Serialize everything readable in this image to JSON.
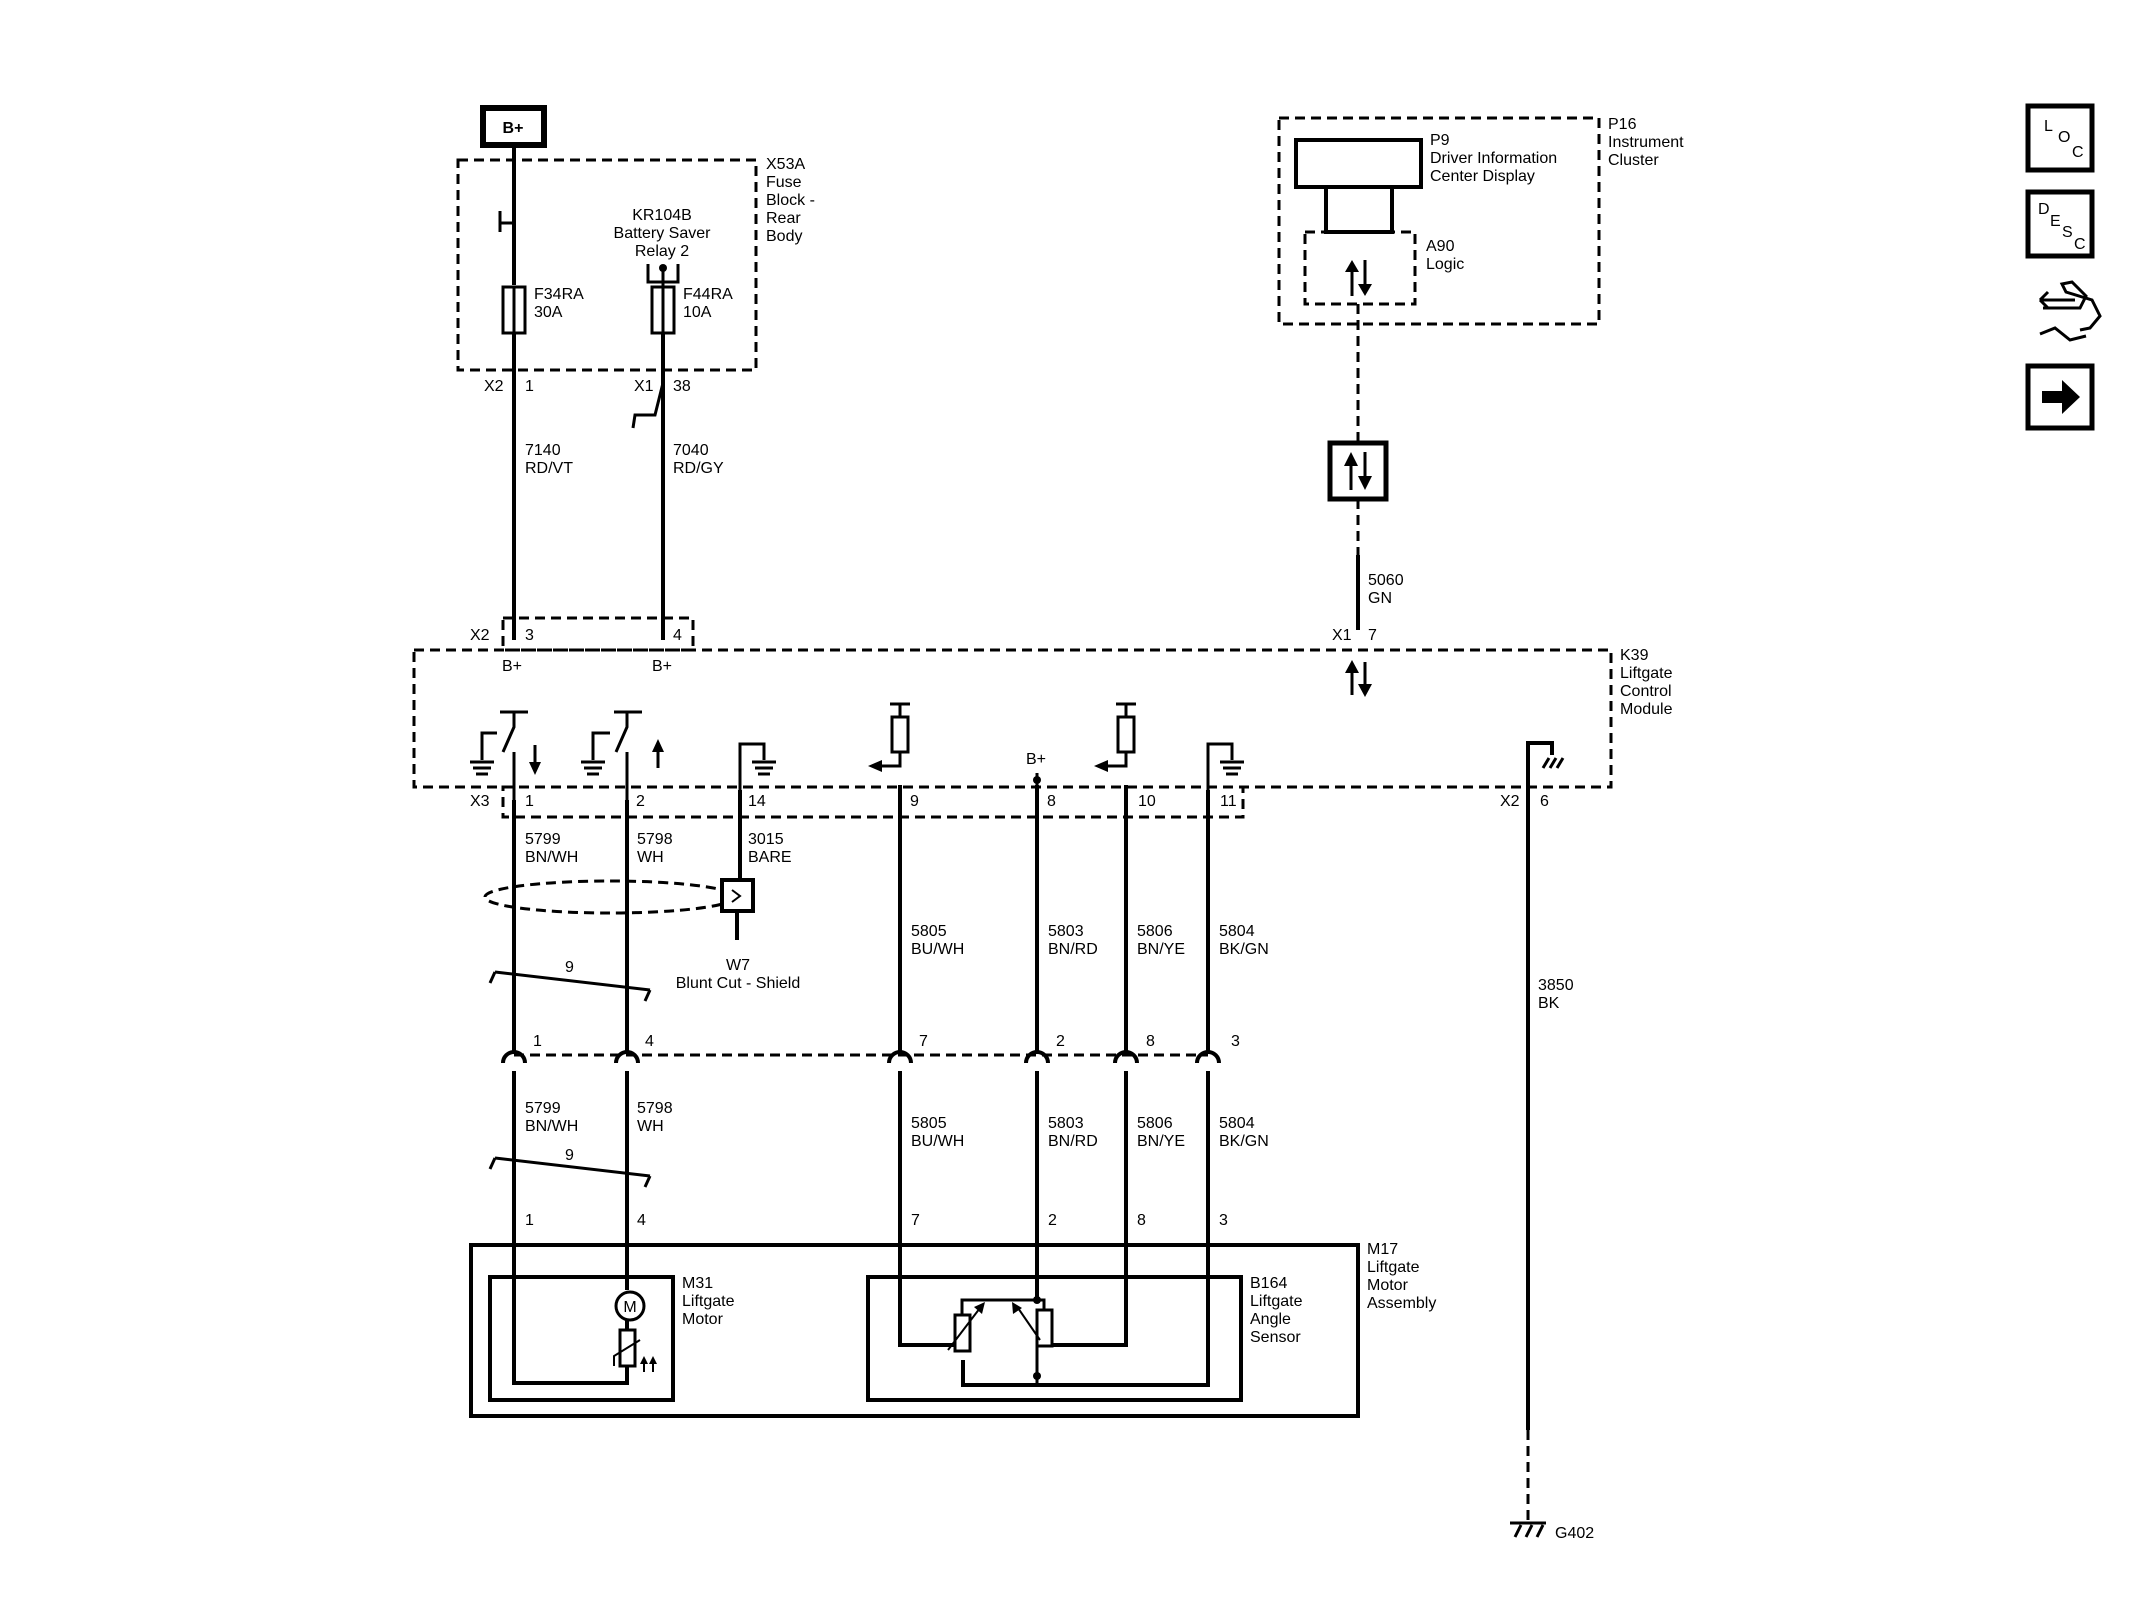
{
  "diagram": {
    "power": {
      "bplus": "B+"
    },
    "fuse_block": {
      "title_lines": [
        "X53A",
        "Fuse",
        "Block -",
        "Rear",
        "Body"
      ],
      "relay_lines": [
        "KR104B",
        "Battery Saver",
        "Relay 2"
      ],
      "fuse1": {
        "name": "F34RA",
        "rating": "30A"
      },
      "fuse2": {
        "name": "F44RA",
        "rating": "10A"
      },
      "conn_left": "X2",
      "pin_left": "1",
      "conn_right": "X1",
      "pin_right": "38"
    },
    "wires_top": [
      {
        "circuit": "7140",
        "color": "RD/VT"
      },
      {
        "circuit": "7040",
        "color": "RD/GY"
      }
    ],
    "cluster": {
      "title_lines": [
        "P16",
        "Instrument",
        "Cluster"
      ],
      "display_lines": [
        "P9",
        "Driver Information",
        "Center Display"
      ],
      "logic_lines": [
        "A90",
        "Logic"
      ]
    },
    "serial_wire": {
      "circuit": "5060",
      "color": "GN",
      "conn": "X1",
      "pin": "7"
    },
    "module": {
      "title_lines": [
        "K39",
        "Liftgate",
        "Control",
        "Module"
      ],
      "x2": "X2",
      "pin3": "3",
      "pin4": "4",
      "bplus": "B+",
      "x3": "X3",
      "pins": [
        "1",
        "2",
        "14",
        "9",
        "8",
        "10",
        "11"
      ],
      "x2_ground": "X2",
      "pin_ground": "6"
    },
    "wires_mid": [
      {
        "circuit": "5799",
        "color": "BN/WH"
      },
      {
        "circuit": "5798",
        "color": "WH"
      },
      {
        "circuit": "3015",
        "color": "BARE"
      },
      {
        "circuit": "5805",
        "color": "BU/WH"
      },
      {
        "circuit": "5803",
        "color": "BN/RD"
      },
      {
        "circuit": "5806",
        "color": "BN/YE"
      },
      {
        "circuit": "5804",
        "color": "BK/GN"
      }
    ],
    "shield": {
      "name": "W7",
      "desc": "Blunt Cut - Shield"
    },
    "twist": "9",
    "inline_pins": [
      "1",
      "4",
      "7",
      "2",
      "8",
      "3"
    ],
    "wires_low": [
      {
        "circuit": "5799",
        "color": "BN/WH"
      },
      {
        "circuit": "5798",
        "color": "WH"
      },
      {
        "circuit": "5805",
        "color": "BU/WH"
      },
      {
        "circuit": "5803",
        "color": "BN/RD"
      },
      {
        "circuit": "5806",
        "color": "BN/YE"
      },
      {
        "circuit": "5804",
        "color": "BK/GN"
      }
    ],
    "ground_wire": {
      "circuit": "3850",
      "color": "BK"
    },
    "assembly_pins": [
      "1",
      "4",
      "7",
      "2",
      "8",
      "3"
    ],
    "motor": {
      "title_lines": [
        "M31",
        "Liftgate",
        "Motor"
      ],
      "symbol": "M"
    },
    "sensor": {
      "title_lines": [
        "B164",
        "Liftgate",
        "Angle",
        "Sensor"
      ]
    },
    "assembly": {
      "title_lines": [
        "M17",
        "Liftgate",
        "Motor",
        "Assembly"
      ]
    },
    "ground": {
      "name": "G402"
    }
  },
  "nav": {
    "loc": [
      "L",
      "O",
      "C"
    ],
    "desc": [
      "D",
      "E",
      "S",
      "C"
    ],
    "icons": [
      "connector-tool-icon",
      "next-arrow-icon"
    ]
  }
}
